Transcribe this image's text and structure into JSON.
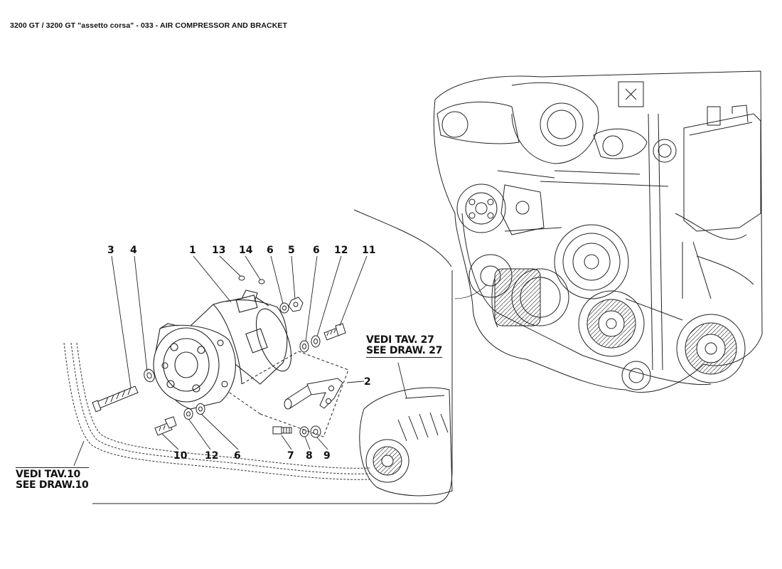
{
  "title": "3200 GT / 3200 GT \"assetto corsa\" - 033 - AIR COMPRESSOR AND BRACKET",
  "references": {
    "draw27": {
      "line1": "VEDI TAV. 27",
      "line2": "SEE DRAW. 27"
    },
    "draw10": {
      "line1": "VEDI TAV.10",
      "line2": "SEE DRAW.10"
    }
  },
  "callouts": {
    "top_row": [
      "3",
      "4",
      "1",
      "13",
      "14",
      "6",
      "5",
      "6",
      "12",
      "11"
    ],
    "side": [
      "2"
    ],
    "bottom_row": [
      "10",
      "12",
      "6",
      "7",
      "8",
      "9"
    ]
  }
}
